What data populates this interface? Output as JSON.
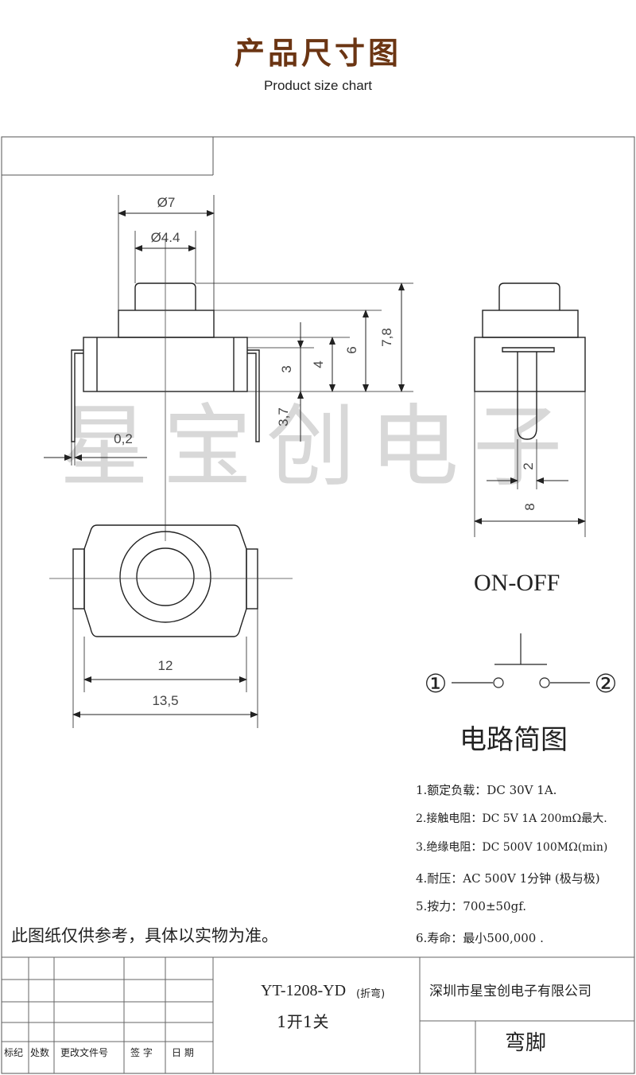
{
  "header": {
    "title": "产品尺寸图",
    "subtitle": "Product size chart"
  },
  "watermark": "星宝创电子",
  "dimensions": {
    "outer_dia": "Ø7",
    "inner_dia": "Ø4.4",
    "pin_thickness": "0,2",
    "h_3": "3",
    "h_4": "4",
    "h_6": "6",
    "h_78": "7,8",
    "h_37": "3,7",
    "side_2": "2",
    "side_8": "8",
    "w_12": "12",
    "w_135": "13,5"
  },
  "circuit": {
    "mode": "ON-OFF",
    "terminal_1": "①",
    "terminal_2": "②",
    "caption": "电路简图"
  },
  "specs": [
    "1.额定负载：DC 30V 1A.",
    "2.接触电阻：DC 5V 1A 200mΩ最大.",
    "3.绝缘电阻：DC  500V 100MΩ(min)",
    "4.耐压：AC 500V 1分钟 (极与极)",
    "5.按力：700±50gf.",
    "6.寿命：最小500,000 ."
  ],
  "note": "此图纸仅供参考，具体以实物为准。",
  "title_block": {
    "model": "YT-1208-YD",
    "model_note": "(折弯)",
    "config": "1开1关",
    "company": "深圳市星宝创电子有限公司",
    "part_name": "弯脚",
    "labels": [
      "标纪",
      "处数",
      "更改文件号",
      "签 字",
      "日 期"
    ]
  }
}
